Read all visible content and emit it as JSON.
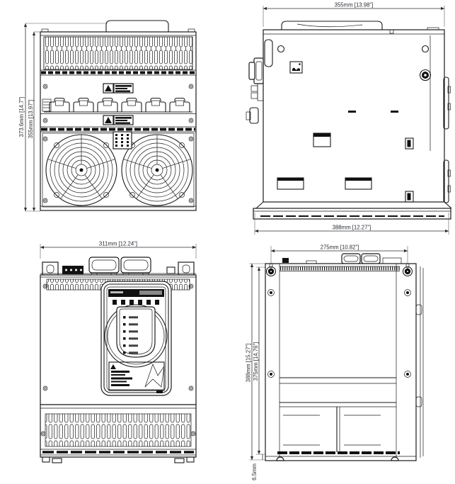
{
  "colors": {
    "background": "#ffffff",
    "line": "#1a1a1a",
    "dimension_text": "#2b2e33"
  },
  "icons": {
    "warning_labels": "warning-triangle-icon",
    "hot_surface_label": "hot-surface-icon",
    "fans": "cooling-fan-icon",
    "keypad_leds": "status-led-icon"
  },
  "views": {
    "rear_fan_view": {
      "dim_overall_height": "373.6mm [14.7\"]",
      "dim_body_height": "355mm [13.97\"]"
    },
    "side_view": {
      "dim_top_width": "355mm [13.98\"]",
      "dim_base_width": "388mm [12.27\"]"
    },
    "front_view": {
      "dim_width": "311mm [12.24\"]"
    },
    "mounting_view": {
      "dim_width": "275mm [10.82\"]",
      "dim_overall_height": "388mm [15.27\"]",
      "dim_mount_height": "375mm [14.76\"]",
      "dim_base_offset": "6.5mm"
    }
  }
}
